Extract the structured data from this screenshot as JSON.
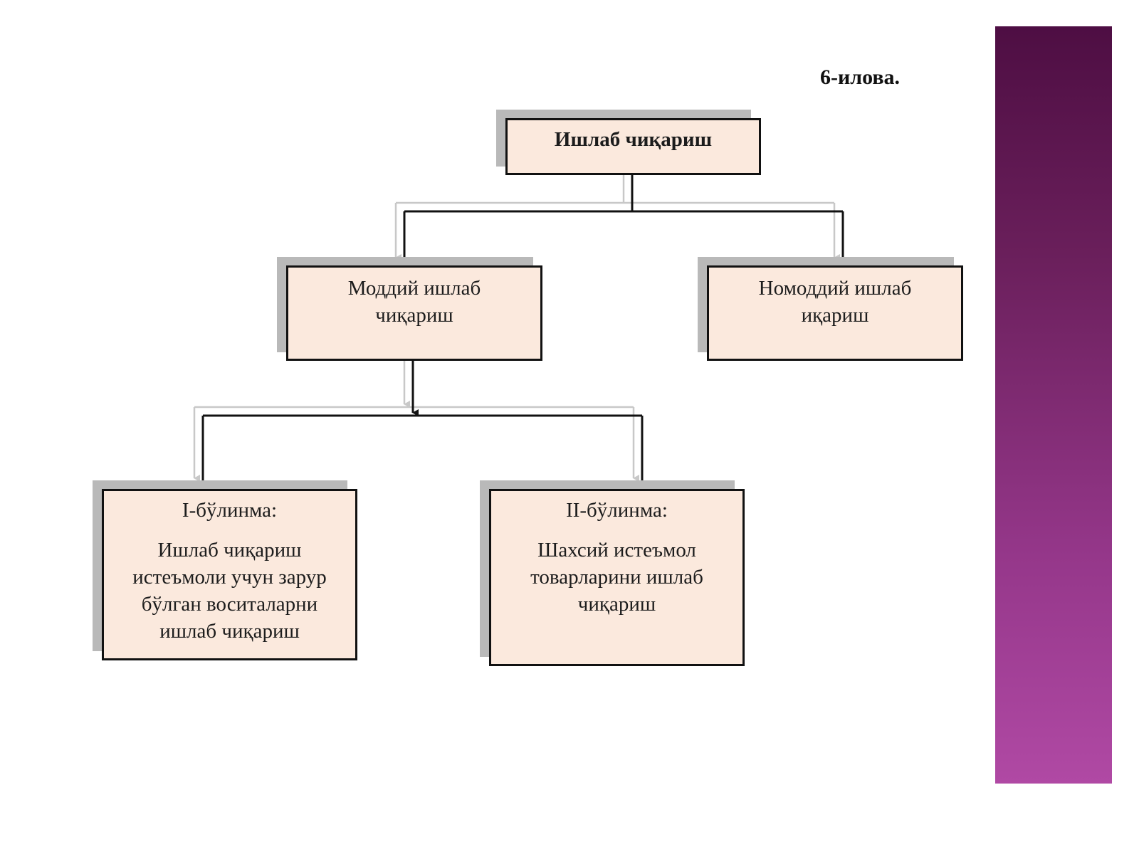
{
  "appendix_label": "6-илова.",
  "nodes": {
    "root": {
      "title": "Ишлаб чиқариш"
    },
    "material": {
      "line1": "Моддий ишлаб",
      "line2": "чиқариш"
    },
    "nonmaterial": {
      "line1": "Номоддий ишлаб",
      "line2": "иқариш"
    },
    "division1": {
      "heading": "I-бўлинма:",
      "lines": [
        "Ишлаб чиқариш",
        "истеъмоли учун зарур",
        "бўлган воситаларни",
        "ишлаб чиқариш"
      ]
    },
    "division2": {
      "heading": "II-бўлинма:",
      "lines": [
        "Шахсий истеъмол",
        "товарларини ишлаб",
        "чиқариш"
      ]
    }
  },
  "colors": {
    "box_fill": "#fbe9dd",
    "shadow": "#b9b9b9",
    "band_top": "#4e0e43",
    "band_bottom": "#b049a4"
  }
}
